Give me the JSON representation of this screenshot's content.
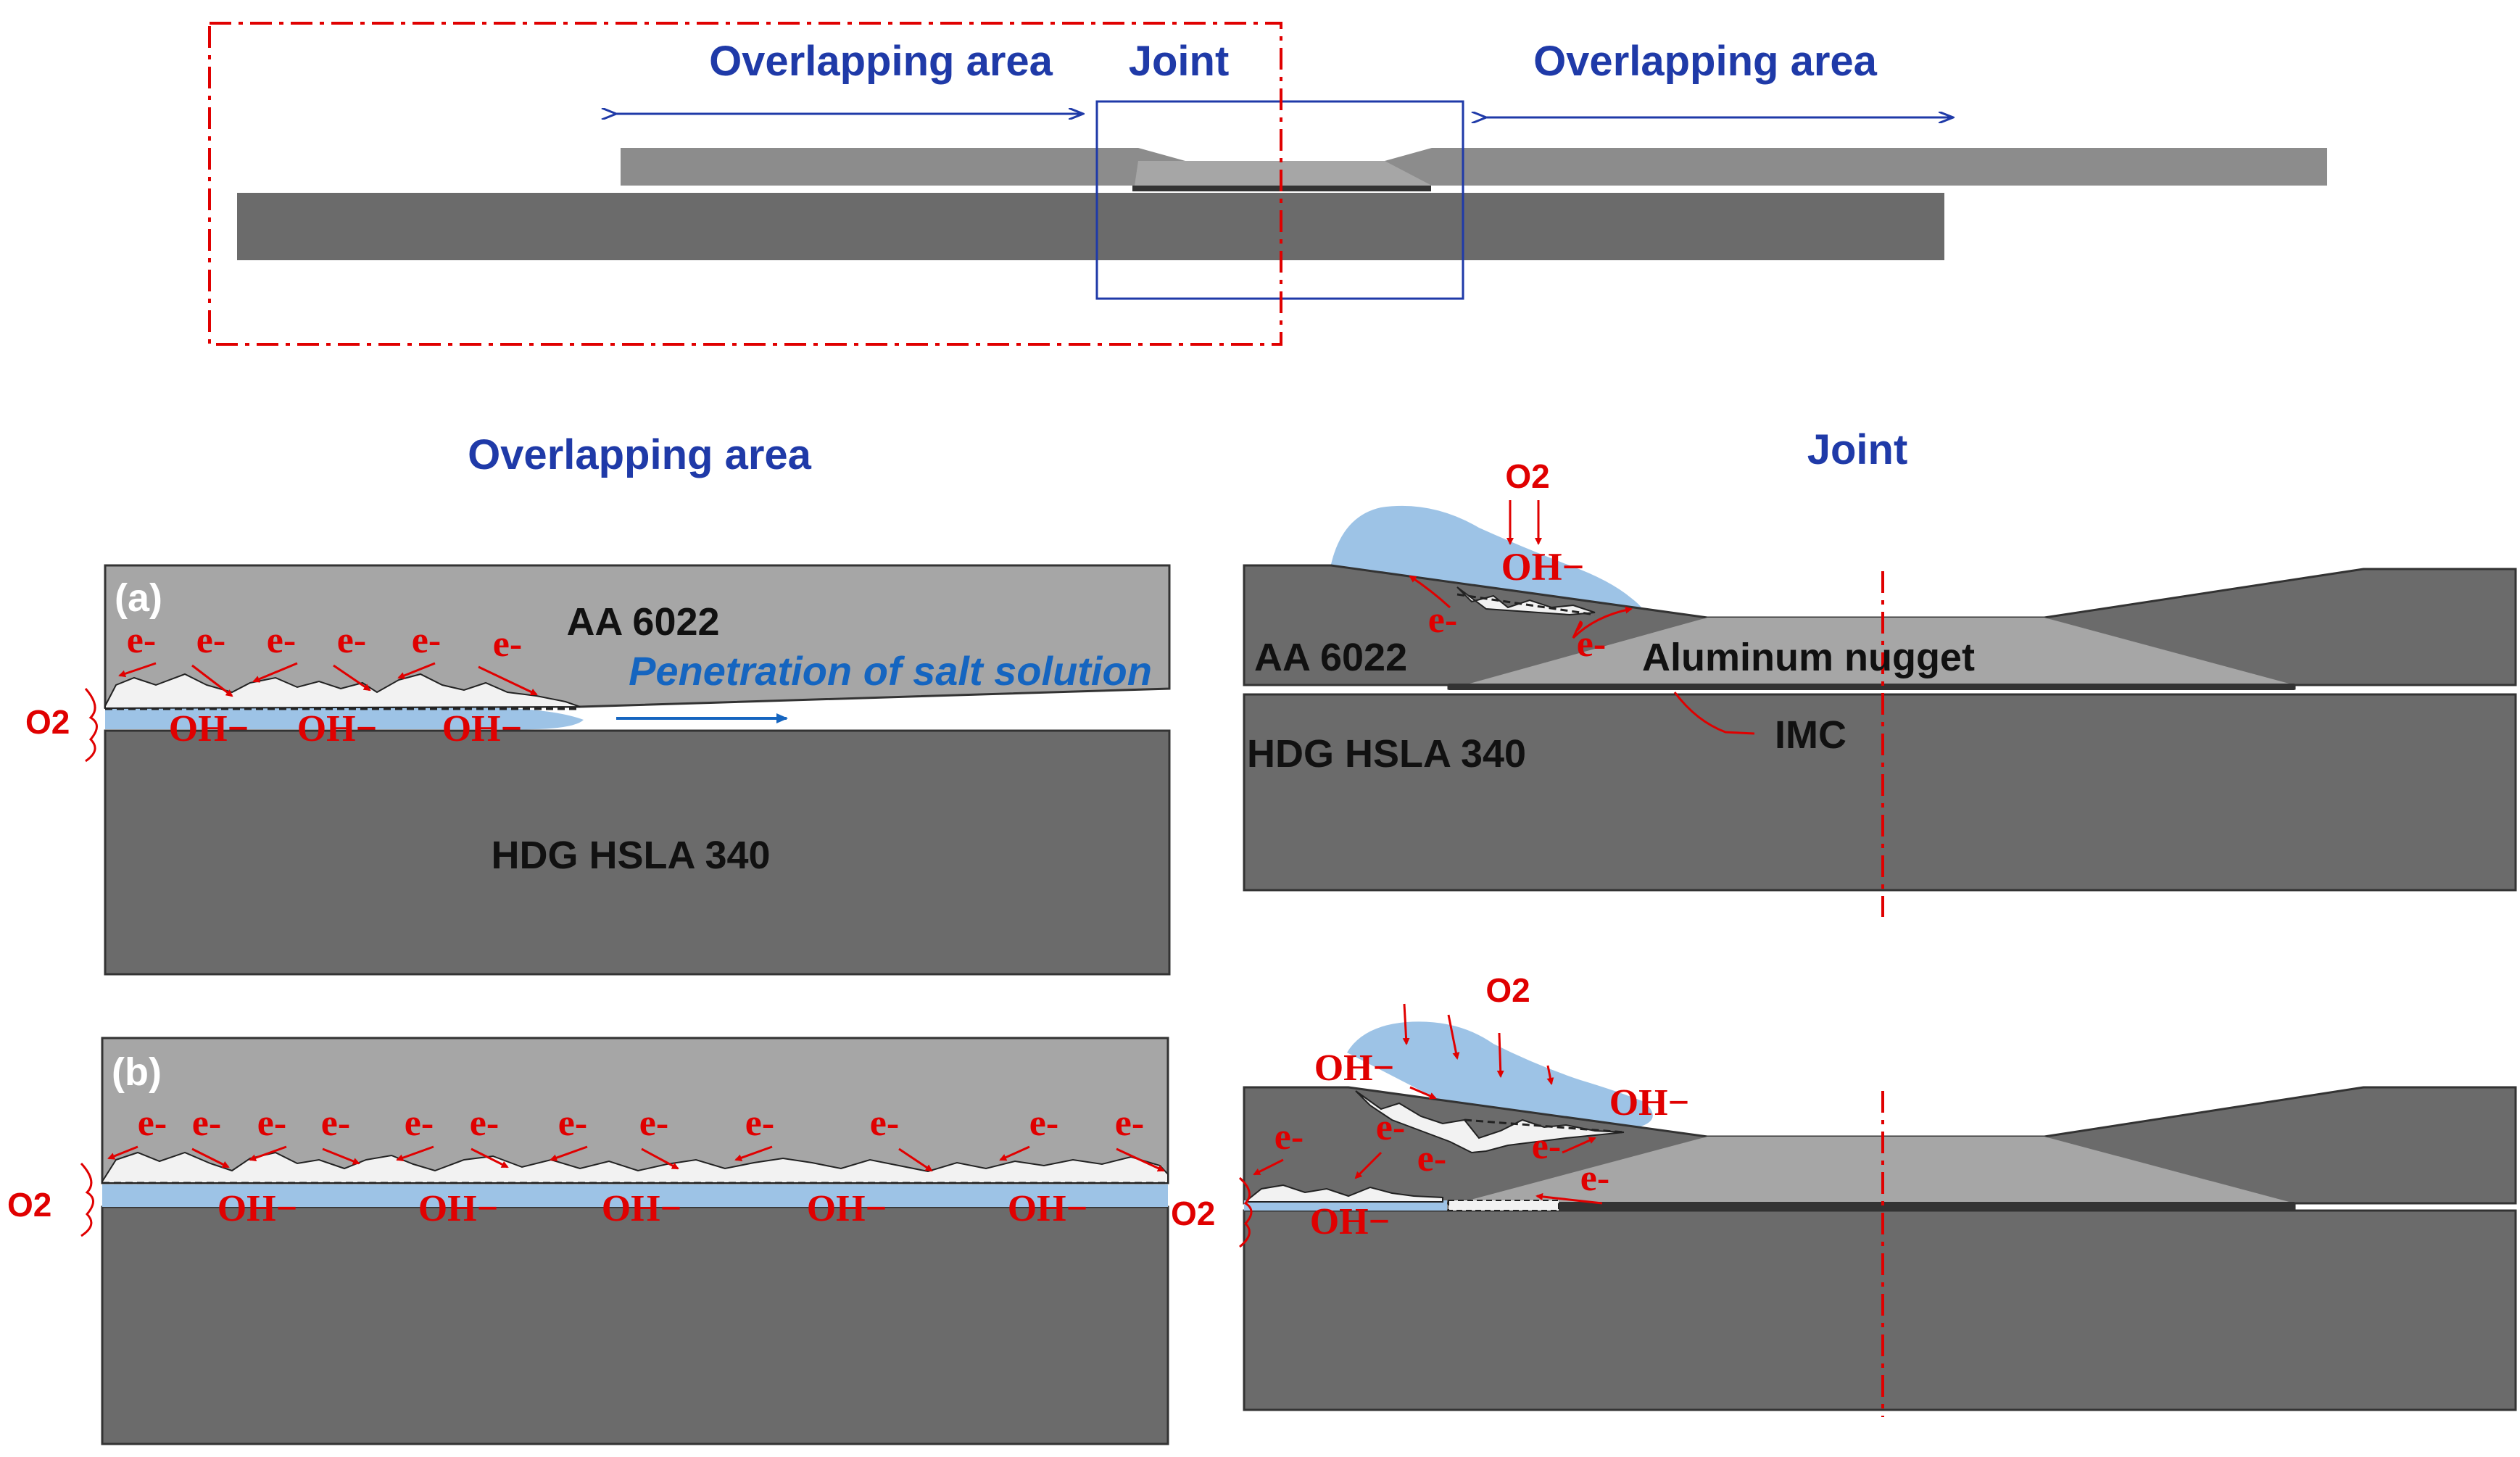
{
  "top_overview": {
    "label_overlap_left": "Overlapping area",
    "label_joint": "Joint",
    "label_overlap_right": "Overlapping area"
  },
  "section_titles": {
    "overlapping_area": "Overlapping area",
    "joint": "Joint"
  },
  "panel_a": {
    "tag": "(a)",
    "top_material": "AA 6022",
    "bottom_material": "HDG HSLA 340",
    "penetration_label": "Penetration of salt solution",
    "o2": "O2",
    "electron": "e-",
    "hydroxide": "OH−"
  },
  "panel_b": {
    "tag": "(b)",
    "o2": "O2",
    "electron": "e-",
    "hydroxide": "OH−"
  },
  "joint_top": {
    "o2": "O2",
    "hydroxide": "OH−",
    "electron": "e-",
    "top_material": "AA 6022",
    "nugget": "Aluminum nugget",
    "imc": "IMC",
    "bottom_material": "HDG HSLA 340"
  },
  "joint_bottom": {
    "o2_top": "O2",
    "o2_side": "O2",
    "hydroxide": "OH−",
    "electron": "e-"
  },
  "colors": {
    "aluminum": "#a6a6a6",
    "steel": "#6b6b6b",
    "salt_solution": "#9dc3e6",
    "corrosion_product": "#f2f2f2",
    "red_annotation": "#e00000",
    "blue_label": "#1f3aa8"
  }
}
